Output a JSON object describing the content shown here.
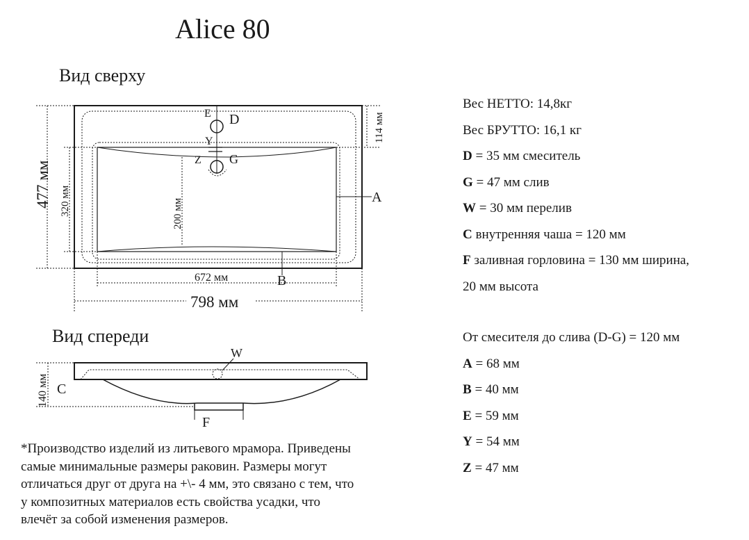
{
  "title": "Alice 80",
  "top_view": {
    "heading": "Вид сверху",
    "dim_height_total": "477 мм",
    "dim_height_bowl": "320 мм",
    "dim_depth": "200 мм",
    "dim_top_margin": "114 мм",
    "dim_width_bowl": "672 мм",
    "dim_width_total": "798 мм",
    "label_e": "E",
    "label_d": "D",
    "label_y": "Y",
    "label_z": "Z",
    "label_g": "G",
    "label_a": "A",
    "label_b": "B"
  },
  "front_view": {
    "heading": "Вид спереди",
    "dim_height": "140 мм",
    "label_c": "C",
    "label_w": "W",
    "label_f": "F"
  },
  "specs_top": [
    {
      "key": "",
      "value": "Вес НЕТТО: 14,8кг"
    },
    {
      "key": "",
      "value": "Вес БРУТТО: 16,1 кг"
    },
    {
      "key": "D",
      "value": " = 35 мм смеситель"
    },
    {
      "key": "G",
      "value": " = 47 мм слив"
    },
    {
      "key": "W",
      "value": " = 30 мм перелив"
    },
    {
      "key": "C",
      "value": " внутренняя чаша = 120 мм"
    },
    {
      "key": "F",
      "value": " заливная горловина = 130 мм ширина,"
    },
    {
      "key": "",
      "value": "20 мм высота"
    }
  ],
  "specs_bottom": [
    {
      "key": "",
      "value": "От смесителя до слива (D-G) = 120 мм"
    },
    {
      "key": "A",
      "value": " = 68 мм"
    },
    {
      "key": "B",
      "value": " = 40 мм"
    },
    {
      "key": "E",
      "value": " = 59 мм"
    },
    {
      "key": "Y",
      "value": " = 54 мм"
    },
    {
      "key": "Z",
      "value": " = 47 мм"
    }
  ],
  "footnote": [
    "*Производство изделий из литьевого мрамора. Приведены",
    "самые минимальные размеры раковин. Размеры могут",
    "отличаться друг от друга на +\\- 4 мм, это связано с тем, что",
    "у композитных материалов есть свойства усадки, что",
    "влечёт за собой изменения размеров."
  ]
}
